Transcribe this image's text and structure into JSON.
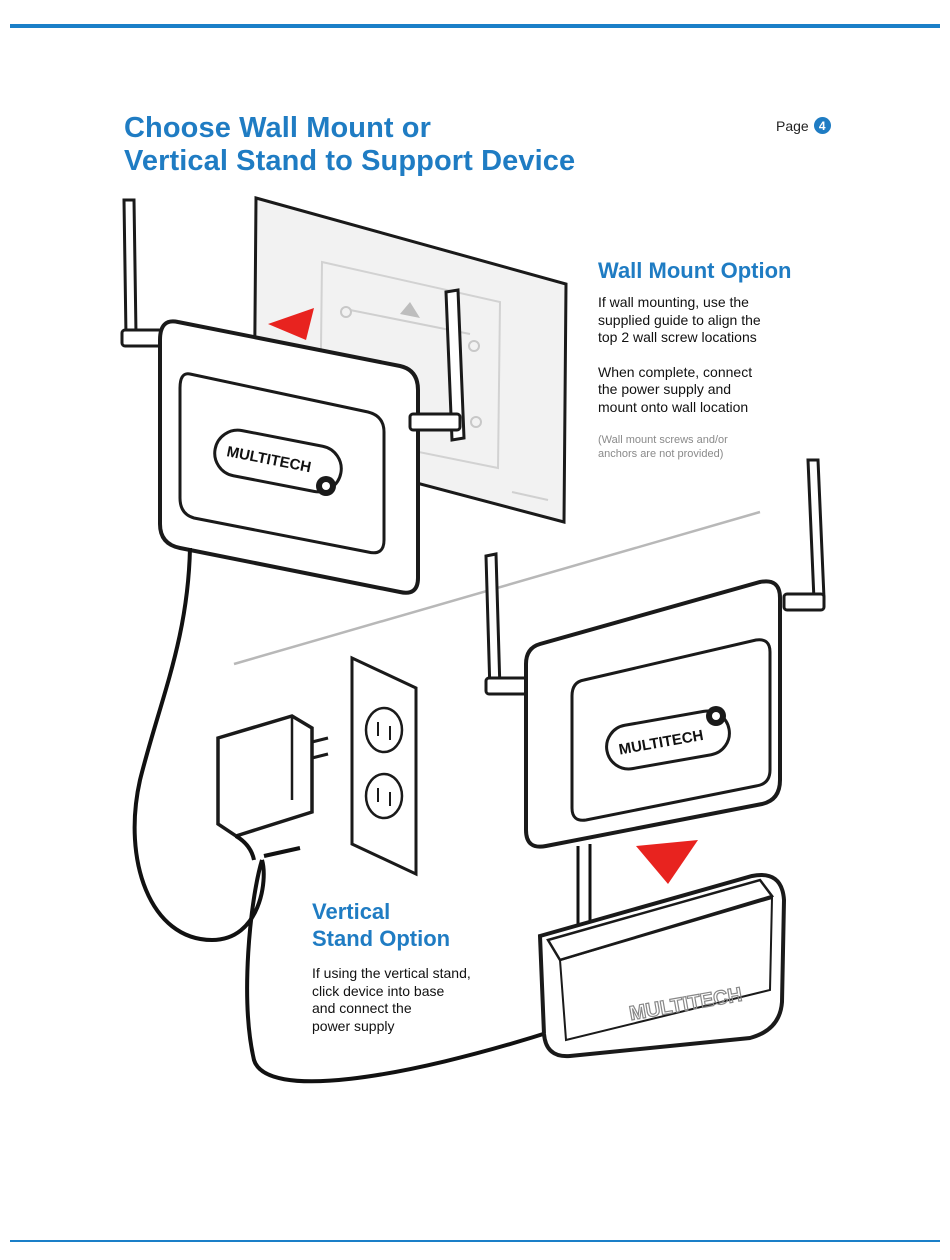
{
  "header": {
    "title_line1": "Choose Wall Mount or",
    "title_line2": "Vertical Stand to Support Device",
    "page_label": "Page",
    "page_number": "4"
  },
  "wall_mount": {
    "heading": "Wall Mount Option",
    "para1": "If wall mounting, use the\nsupplied guide to align the\ntop 2 wall screw locations",
    "para2": "When complete, connect\nthe power supply and\nmount onto wall location",
    "note": "(Wall mount screws and/or\n  anchors are not provided)"
  },
  "vertical_stand": {
    "heading_line1": "Vertical",
    "heading_line2": "Stand Option",
    "para": "If using the vertical stand,\nclick device into base\nand connect the\npower supply"
  },
  "illustration": {
    "brand_logo": "MULTITECH",
    "arrow_color": "#e8231f",
    "accent_color": "#1f7cc3"
  }
}
